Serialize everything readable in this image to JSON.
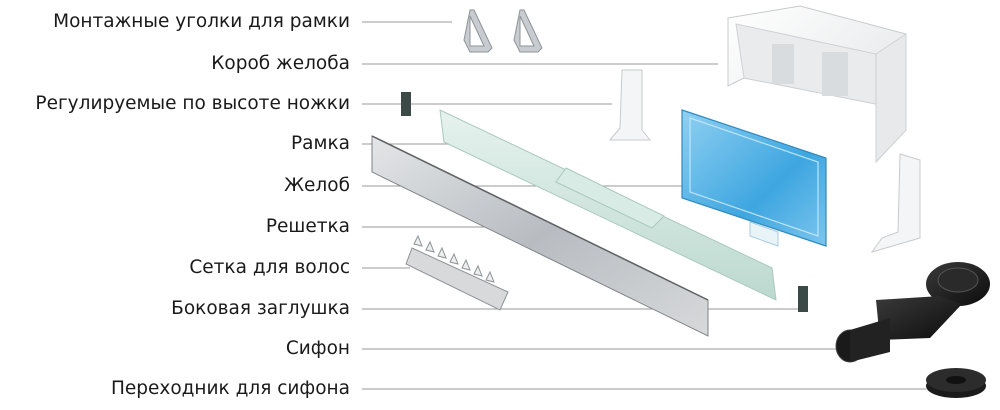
{
  "labels": [
    "Монтажные уголки для рамки",
    "Короб желоба",
    "Регулируемые по высоте ножки",
    "Рамка",
    "Желоб",
    "Решетка",
    "Сетка для волос",
    "Боковая заглушка",
    "Сифон",
    "Переходник для сифона"
  ],
  "colors": {
    "leader_line": "#9a9a9a",
    "label_text": "#1a1a1a",
    "box_white": "#f2f3f4",
    "channel_blue": "#5fb6e6",
    "frame_mint": "#cfe6de",
    "grate_steel": "#c9cccf",
    "siphon_black": "#1c1c1c"
  }
}
